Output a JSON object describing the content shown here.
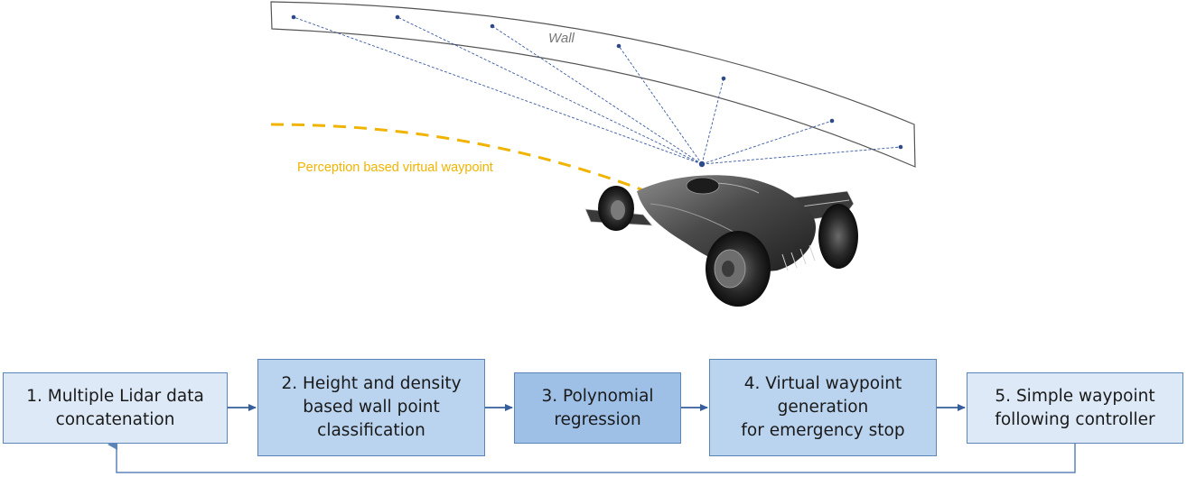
{
  "scene": {
    "wall_label": "Wall",
    "path_label": "Perception based virtual waypoint",
    "colors": {
      "path": "#f0b400",
      "lidar": "#2c4a8a",
      "wall": "#555555"
    }
  },
  "pipeline": {
    "steps": [
      {
        "label": "1. Multiple Lidar data\nconcatenation",
        "fill": "#dde9f6"
      },
      {
        "label": "2. Height and density\nbased wall point\nclassification",
        "fill": "#bad3ee"
      },
      {
        "label": "3. Polynomial\nregression",
        "fill": "#9ec0e7"
      },
      {
        "label": "4. Virtual waypoint\ngeneration\nfor emergency stop",
        "fill": "#bad3ee"
      },
      {
        "label": "5. Simple waypoint\nfollowing controller",
        "fill": "#dde9f6"
      }
    ],
    "colors": {
      "border": "#5b84b9",
      "arrow": "#355f9c",
      "feedback": "#5b84b9"
    }
  }
}
